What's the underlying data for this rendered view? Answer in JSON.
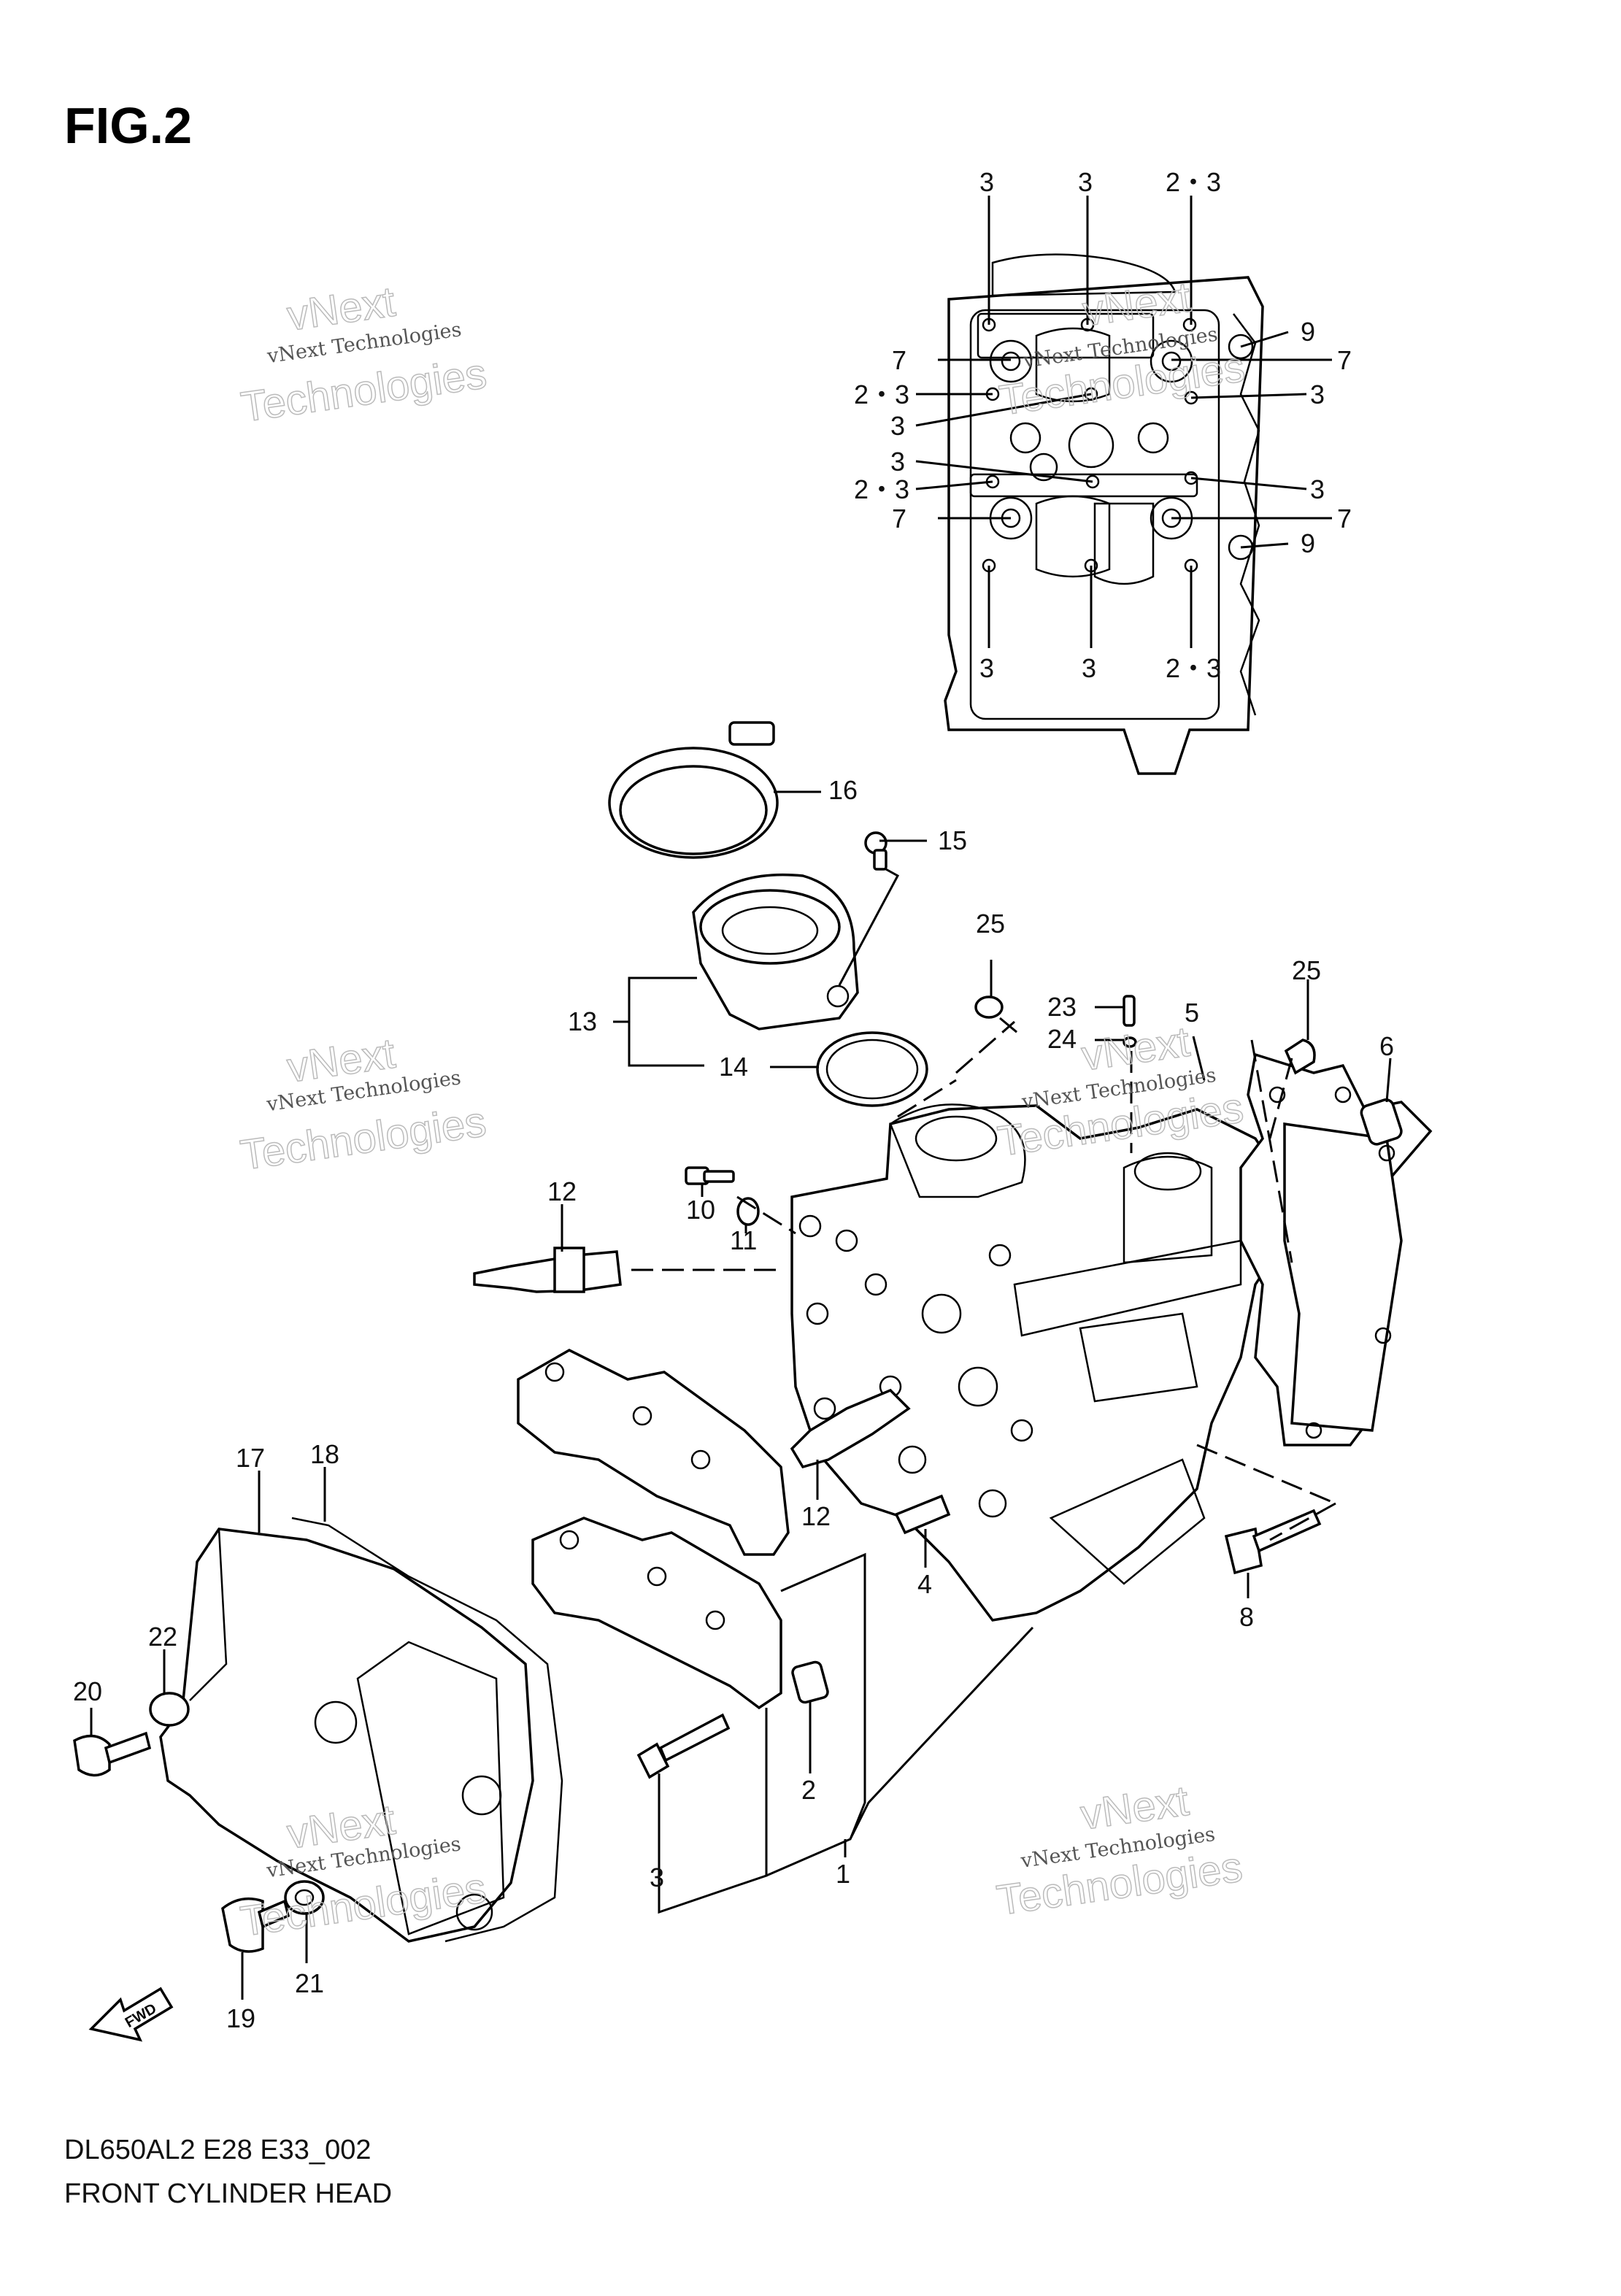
{
  "figure_title": "FIG.2",
  "diagram_code": "DL650AL2 E28 E33_002",
  "diagram_caption": "FRONT CYLINDER HEAD",
  "fwd_label": "FWD",
  "watermark": {
    "line1": "vNext Technologies",
    "line2": "vNext",
    "line3": "Technologies"
  },
  "callouts": {
    "top_view": [
      {
        "text": "3"
      },
      {
        "text": "3"
      },
      {
        "text": "2・3"
      },
      {
        "text": "9"
      },
      {
        "text": "7"
      },
      {
        "text": "7"
      },
      {
        "text": "2・3"
      },
      {
        "text": "3"
      },
      {
        "text": "3"
      },
      {
        "text": "3"
      },
      {
        "text": "2・3"
      },
      {
        "text": "3"
      },
      {
        "text": "7"
      },
      {
        "text": "7"
      },
      {
        "text": "9"
      },
      {
        "text": "3"
      },
      {
        "text": "3"
      },
      {
        "text": "2・3"
      }
    ],
    "exploded_view": [
      {
        "text": "16"
      },
      {
        "text": "15"
      },
      {
        "text": "25"
      },
      {
        "text": "13"
      },
      {
        "text": "14"
      },
      {
        "text": "23"
      },
      {
        "text": "24"
      },
      {
        "text": "25"
      },
      {
        "text": "5"
      },
      {
        "text": "6"
      },
      {
        "text": "12"
      },
      {
        "text": "10"
      },
      {
        "text": "11"
      },
      {
        "text": "12"
      },
      {
        "text": "4"
      },
      {
        "text": "8"
      },
      {
        "text": "17"
      },
      {
        "text": "18"
      },
      {
        "text": "22"
      },
      {
        "text": "20"
      },
      {
        "text": "2"
      },
      {
        "text": "3"
      },
      {
        "text": "1"
      },
      {
        "text": "21"
      },
      {
        "text": "19"
      }
    ]
  }
}
